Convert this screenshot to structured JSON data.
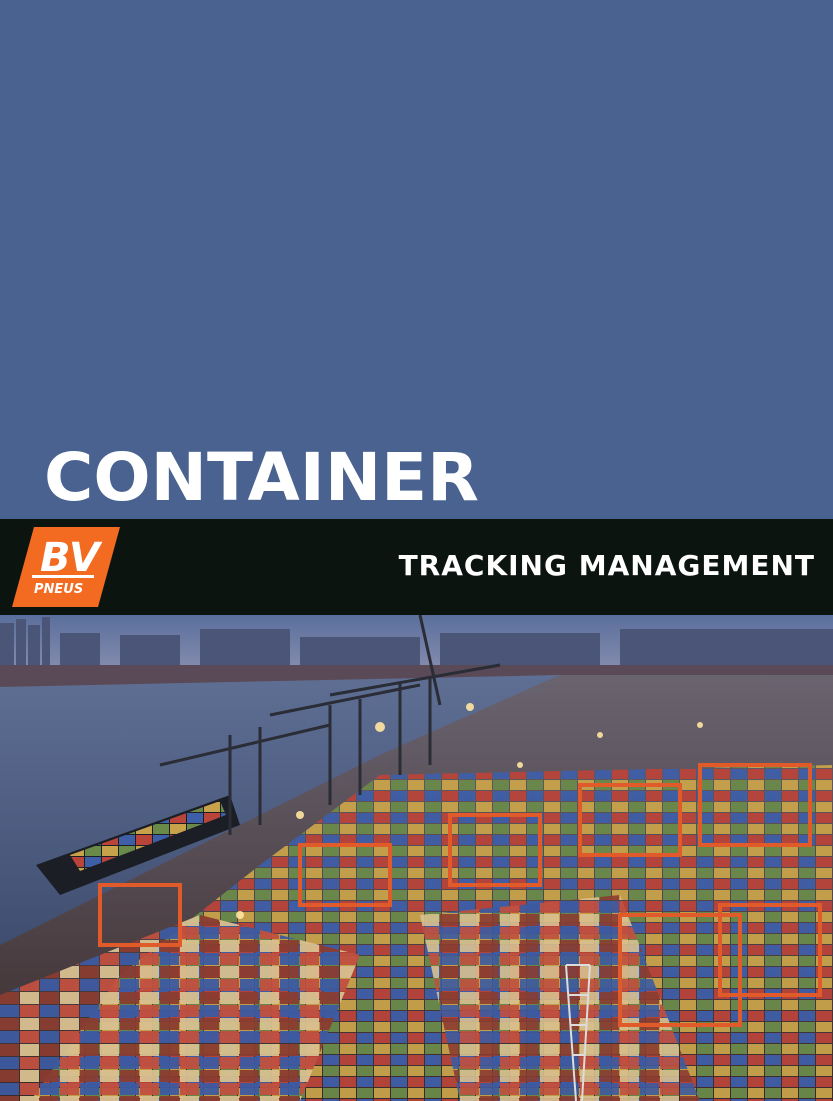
{
  "document": {
    "title": "CONTAINER",
    "subtitle": "TRACKING MANAGEMENT"
  },
  "logo": {
    "letters": "BV",
    "wordmark": "PNEUS",
    "color": "#f26b21"
  },
  "photo": {
    "subject": "port-container-terminal-image"
  },
  "colors": {
    "panel": "#4a6290",
    "band": "#0c1410",
    "text": "#ffffff",
    "accent": "#f26b21"
  }
}
